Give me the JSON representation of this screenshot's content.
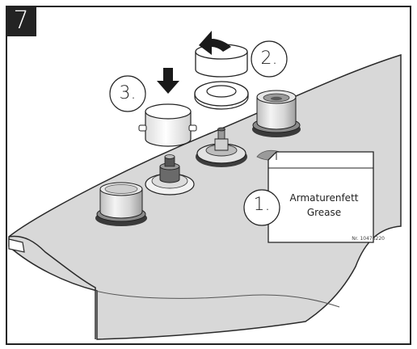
{
  "step": {
    "number": "7"
  },
  "callouts": {
    "one": "1.",
    "two": "2.",
    "three": "3."
  },
  "grease_label": {
    "line1": "Armaturenfett",
    "line2": "Grease"
  },
  "part_number": "Nr. 10476220",
  "colors": {
    "surface": "#d8d8d8",
    "outline": "#2a2a2a",
    "step_box": "#232323",
    "grease": "#9a9a9a"
  },
  "icons": [
    "down-arrow-icon",
    "rotate-arrow-icon"
  ]
}
